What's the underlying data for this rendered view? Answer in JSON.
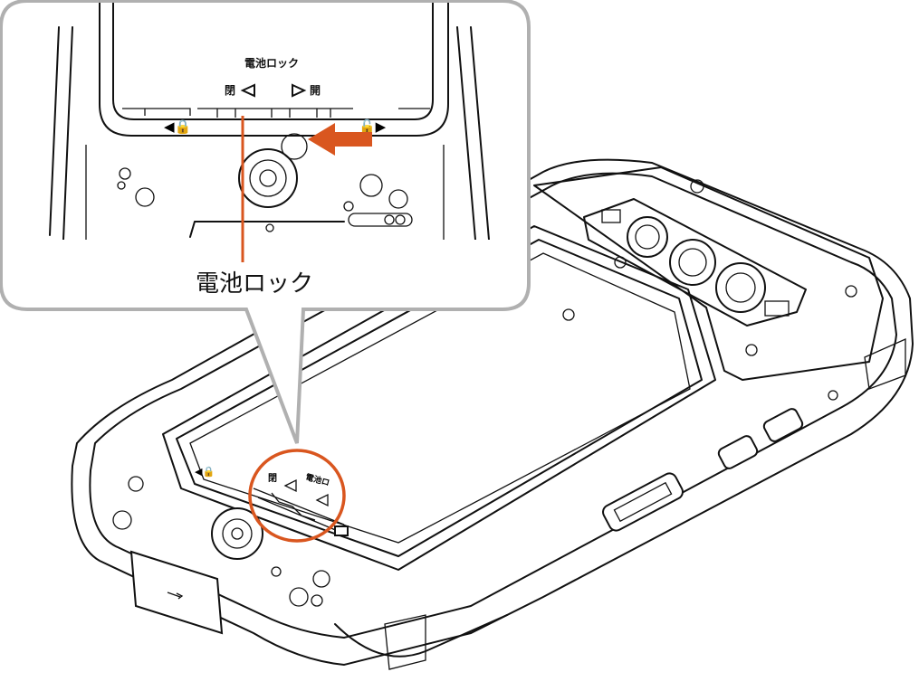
{
  "callout": {
    "label": "電池ロック",
    "inner_label": "電池ロック",
    "close_label": "閉",
    "open_label": "開"
  },
  "device_marking": {
    "close_label": "閉",
    "lock_label": "電池ロ"
  },
  "colors": {
    "accent": "#d9561f",
    "callout_border": "#b0b0b0"
  }
}
